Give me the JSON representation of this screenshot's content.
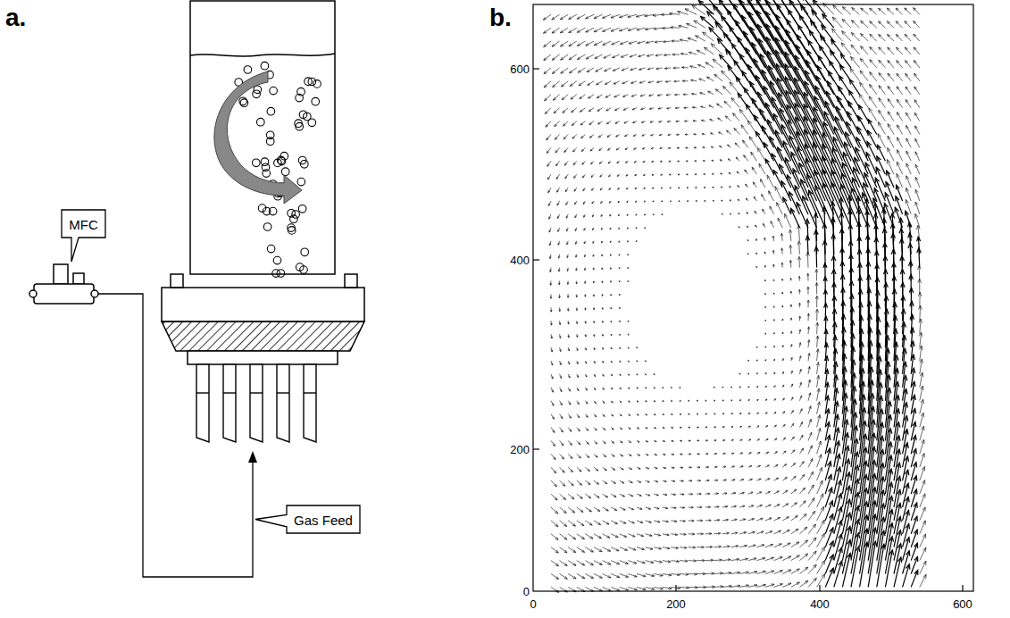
{
  "diagram": {
    "nodes": [
      {
        "text": [
          "MFC"
        ]
      },
      {
        "text": [
          "Gas Feed"
        ]
      }
    ],
    "labels": [
      "a.",
      "b.",
      "600",
      "400",
      "200",
      "0",
      "0",
      "200",
      "400",
      "600"
    ]
  }
}
